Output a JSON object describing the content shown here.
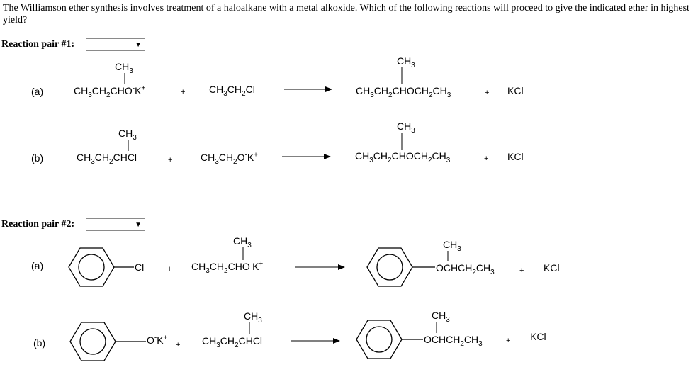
{
  "question": "The Williamson ether synthesis involves treatment of a haloalkane with a metal alkoxide. Which of the following reactions will proceed to give the indicated ether in highest yield?",
  "pair1": {
    "label": "Reaction pair #1:",
    "selected": "",
    "a": {
      "tag": "(a)",
      "reactant1_methyl": "CH3",
      "reactant1": "CH3CH2CHO-K+",
      "reactant2": "CH3CH2Cl",
      "product_methyl": "CH3",
      "product": "CH3CH2CHOCH2CH3",
      "byproduct": "KCl",
      "plus": "+"
    },
    "b": {
      "tag": "(b)",
      "reactant1_methyl": "CH3",
      "reactant1": "CH3CH2CHCl",
      "reactant2": "CH3CH2O-K+",
      "product_methyl": "CH3",
      "product": "CH3CH2CHOCH2CH3",
      "byproduct": "KCl",
      "plus": "+"
    }
  },
  "pair2": {
    "label": "Reaction pair #2:",
    "selected": "",
    "a": {
      "tag": "(a)",
      "ring_substituent": "Cl",
      "reactant2_methyl": "CH3",
      "reactant2": "CH3CH2CHO-K+",
      "product_methyl": "CH3",
      "product_chain": "OCHCH2CH3",
      "byproduct": "KCl",
      "plus": "+"
    },
    "b": {
      "tag": "(b)",
      "ring_substituent": "O-K+",
      "reactant2_methyl": "CH3",
      "reactant2": "CH3CH2CHCl",
      "product_methyl": "CH3",
      "product_chain": "OCHCH2CH3",
      "byproduct": "KCl",
      "plus": "+"
    }
  },
  "icons": {
    "dropdown": "chevron-down-icon",
    "arrow": "reaction-arrow-icon",
    "ring": "benzene-ring-icon"
  }
}
